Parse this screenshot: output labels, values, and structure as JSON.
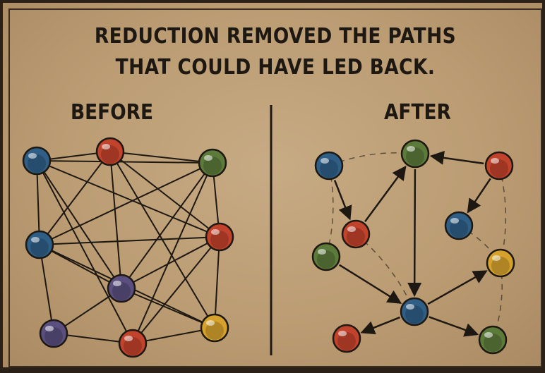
{
  "title": {
    "line1": "REDUCTION REMOVED THE PATHS",
    "line2": "THAT COULD HAVE LED BACK."
  },
  "before": {
    "label": "BEFORE",
    "nodes": [
      {
        "id": "b1",
        "color": "blue"
      },
      {
        "id": "b2",
        "color": "red"
      },
      {
        "id": "b3",
        "color": "green"
      },
      {
        "id": "b4",
        "color": "blue"
      },
      {
        "id": "b5",
        "color": "red"
      },
      {
        "id": "b6",
        "color": "purple"
      },
      {
        "id": "b7",
        "color": "purple"
      },
      {
        "id": "b8",
        "color": "red"
      },
      {
        "id": "b9",
        "color": "yellow"
      }
    ],
    "edges": [
      [
        "b1",
        "b2"
      ],
      [
        "b1",
        "b3"
      ],
      [
        "b1",
        "b4"
      ],
      [
        "b1",
        "b5"
      ],
      [
        "b1",
        "b6"
      ],
      [
        "b1",
        "b8"
      ],
      [
        "b2",
        "b3"
      ],
      [
        "b2",
        "b4"
      ],
      [
        "b2",
        "b5"
      ],
      [
        "b2",
        "b6"
      ],
      [
        "b2",
        "b9"
      ],
      [
        "b3",
        "b4"
      ],
      [
        "b3",
        "b5"
      ],
      [
        "b3",
        "b6"
      ],
      [
        "b3",
        "b8"
      ],
      [
        "b4",
        "b5"
      ],
      [
        "b4",
        "b6"
      ],
      [
        "b4",
        "b7"
      ],
      [
        "b4",
        "b9"
      ],
      [
        "b5",
        "b6"
      ],
      [
        "b5",
        "b8"
      ],
      [
        "b5",
        "b9"
      ],
      [
        "b6",
        "b7"
      ],
      [
        "b6",
        "b9"
      ],
      [
        "b7",
        "b8"
      ],
      [
        "b8",
        "b9"
      ]
    ]
  },
  "after": {
    "label": "AFTER",
    "nodes": [
      {
        "id": "a1",
        "color": "blue"
      },
      {
        "id": "a2",
        "color": "green"
      },
      {
        "id": "a3",
        "color": "red"
      },
      {
        "id": "a4",
        "color": "red"
      },
      {
        "id": "a5",
        "color": "blue"
      },
      {
        "id": "a6",
        "color": "green"
      },
      {
        "id": "a7",
        "color": "yellow"
      },
      {
        "id": "a8",
        "color": "blue"
      },
      {
        "id": "a9",
        "color": "red"
      },
      {
        "id": "a10",
        "color": "green"
      }
    ],
    "arrows": [
      [
        "a1",
        "a4"
      ],
      [
        "a4",
        "a2"
      ],
      [
        "a3",
        "a2"
      ],
      [
        "a3",
        "a5"
      ],
      [
        "a2",
        "a8"
      ],
      [
        "a6",
        "a8"
      ],
      [
        "a8",
        "a7"
      ],
      [
        "a8",
        "a9"
      ],
      [
        "a8",
        "a10"
      ]
    ],
    "removed_paths": [
      [
        "a1",
        "a2"
      ],
      [
        "a1",
        "a6"
      ],
      [
        "a3",
        "a7"
      ],
      [
        "a5",
        "a7"
      ],
      [
        "a7",
        "a10"
      ],
      [
        "a4",
        "a8"
      ]
    ]
  },
  "colors": {
    "background": "#bfa07a",
    "ink": "#1e1812",
    "blue": "#2f5f86",
    "red": "#c2432c",
    "green": "#5c7a3a",
    "purple": "#5a4f7e",
    "yellow": "#d6a22c"
  }
}
